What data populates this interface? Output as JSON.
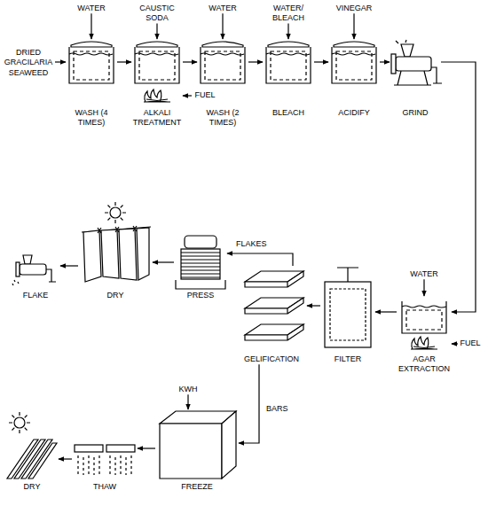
{
  "diagram": {
    "nodes": [
      {
        "text": [
          "WATER"
        ]
      },
      {
        "text": [
          "CAUSTIC SODA"
        ]
      },
      {
        "text": [
          "WATER"
        ]
      },
      {
        "text": [
          "WATER/ BLEACH"
        ]
      },
      {
        "text": [
          "VINEGAR"
        ]
      },
      {
        "text": [
          "DRIED GRACILARIA SEAWEED"
        ]
      },
      {
        "text": [
          "WASH (4 TIMES)"
        ]
      },
      {
        "text": [
          "ALKALI TREATMENT"
        ]
      },
      {
        "text": [
          "WASH (2 TIMES)"
        ]
      },
      {
        "text": [
          "BLEACH"
        ]
      },
      {
        "text": [
          "ACIDIFY"
        ]
      },
      {
        "text": [
          "GRIND"
        ]
      },
      {
        "text": [
          "FUEL"
        ]
      },
      {
        "text": [
          "WATER"
        ]
      },
      {
        "text": [
          "FLAKE"
        ]
      },
      {
        "text": [
          "DRY"
        ]
      },
      {
        "text": [
          "PRESS"
        ]
      },
      {
        "text": [
          "GELIFICATION"
        ]
      },
      {
        "text": [
          "FILTER"
        ]
      },
      {
        "text": [
          "AGAR EXTRACTION"
        ]
      },
      {
        "text": [
          "FUEL"
        ]
      },
      {
        "text": [
          "KWH"
        ]
      },
      {
        "text": [
          "DRY"
        ]
      },
      {
        "text": [
          "THAW"
        ]
      },
      {
        "text": [
          "FREEZE"
        ]
      }
    ],
    "edges": [
      {
        "from": 5,
        "to": 6,
        "arrow": "to"
      },
      {
        "from": 0,
        "to": 6,
        "arrow": "to"
      },
      {
        "from": 6,
        "to": 7,
        "arrow": "to"
      },
      {
        "from": 1,
        "to": 7,
        "arrow": "to"
      },
      {
        "from": 12,
        "to": 7,
        "arrow": "to"
      },
      {
        "from": 7,
        "to": 8,
        "arrow": "to"
      },
      {
        "from": 2,
        "to": 8,
        "arrow": "to"
      },
      {
        "from": 8,
        "to": 9,
        "arrow": "to"
      },
      {
        "from": 3,
        "to": 9,
        "arrow": "to"
      },
      {
        "from": 9,
        "to": 10,
        "arrow": "to"
      },
      {
        "from": 4,
        "to": 10,
        "arrow": "to"
      },
      {
        "from": 10,
        "to": 11,
        "arrow": "to"
      },
      {
        "from": 11,
        "to": 19,
        "arrow": "to"
      },
      {
        "from": 13,
        "to": 19,
        "arrow": "to"
      },
      {
        "from": 20,
        "to": 19,
        "arrow": "to"
      },
      {
        "from": 19,
        "to": 18,
        "arrow": "to"
      },
      {
        "from": 18,
        "to": 17,
        "arrow": "to"
      },
      {
        "from": 17,
        "to": 16,
        "label": "FLAKES",
        "arrow": "to"
      },
      {
        "from": 16,
        "to": 15,
        "arrow": "to"
      },
      {
        "from": 15,
        "to": 14,
        "arrow": "to"
      },
      {
        "from": 17,
        "to": 24,
        "label": "BARS",
        "arrow": "to"
      },
      {
        "from": 21,
        "to": 24,
        "arrow": "to"
      },
      {
        "from": 24,
        "to": 23,
        "arrow": "to"
      },
      {
        "from": 23,
        "to": 22,
        "arrow": "to"
      }
    ]
  }
}
